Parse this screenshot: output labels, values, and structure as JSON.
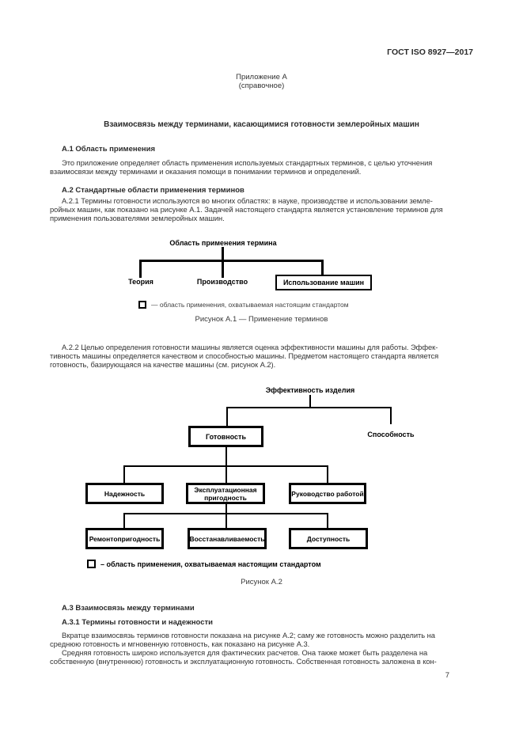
{
  "header": {
    "doc_code": "ГОСТ ISO 8927—2017"
  },
  "annex": {
    "label": "Приложение А",
    "note": "(справочное)"
  },
  "title": "Взаимосвязь между терминами, касающимися готовности землеройных машин",
  "section_a1": {
    "heading": "А.1 Область применения",
    "lines": [
      "Это приложение определяет область применения используемых стандартных терминов, с целью уточнения",
      "взаимосвязи между терминами и оказания помощи в понимании терминов и определений."
    ]
  },
  "section_a2": {
    "heading": "А.2 Стандартные области применения терминов",
    "p1_lines": [
      "А.2.1 Термины готовности используются во многих областях: в науке, производстве и использовании земле-",
      "ройных машин, как показано на рисунке А.1. Задачей настоящего стандарта является установление терминов для",
      "применения пользователями землеройных машин."
    ],
    "p2_lines": [
      "А.2.2 Целью определения готовности машины является оценка эффективности машины для работы. Эффек-",
      "тивность машины определяется качеством и способностью машины. Предметом настоящего стандарта является",
      "готовность, базирующаяся на качестве машины (см. рисунок А.2)."
    ]
  },
  "figure_a1": {
    "root": "Область применения термина",
    "child_1": "Теория",
    "child_2": "Производство",
    "child_3": "Использование машин",
    "legend": "— область применения, охватываемая настоящим стандартом",
    "caption": "Рисунок А.1 — Применение терминов"
  },
  "figure_a2": {
    "root": "Эффективность изделия",
    "level1_box": "Готовность",
    "level1_label": "Способность",
    "level2_box_1": "Надежность",
    "level2_box_2": "Эксплуатационная пригодность",
    "level2_box_3": "Руководство работой",
    "level3_box_1": "Ремонтопригодность",
    "level3_box_2": "Восстанавливаемость",
    "level3_box_3": "Доступность",
    "legend": "– область применения, охватываемая настоящим стандартом",
    "caption": "Рисунок А.2"
  },
  "section_a3": {
    "heading": "А.3 Взаимосвязь между терминами",
    "sub_heading": "А.3.1 Термины готовности и надежности",
    "p1_lines": [
      "Вкратце взаимосвязь терминов готовности показана на рисунке А.2; саму же готовность можно разделить на",
      "среднюю готовность и мгновенную готовность, как показано на рисунке А.3."
    ],
    "p2_lines": [
      "Средняя готовность широко используется для фактических расчетов. Она также может быть разделена на",
      "собственную (внутреннюю) готовность и эксплуатационную готовность. Собственная готовность заложена в кон-"
    ]
  },
  "footer": {
    "page_number": "7"
  }
}
